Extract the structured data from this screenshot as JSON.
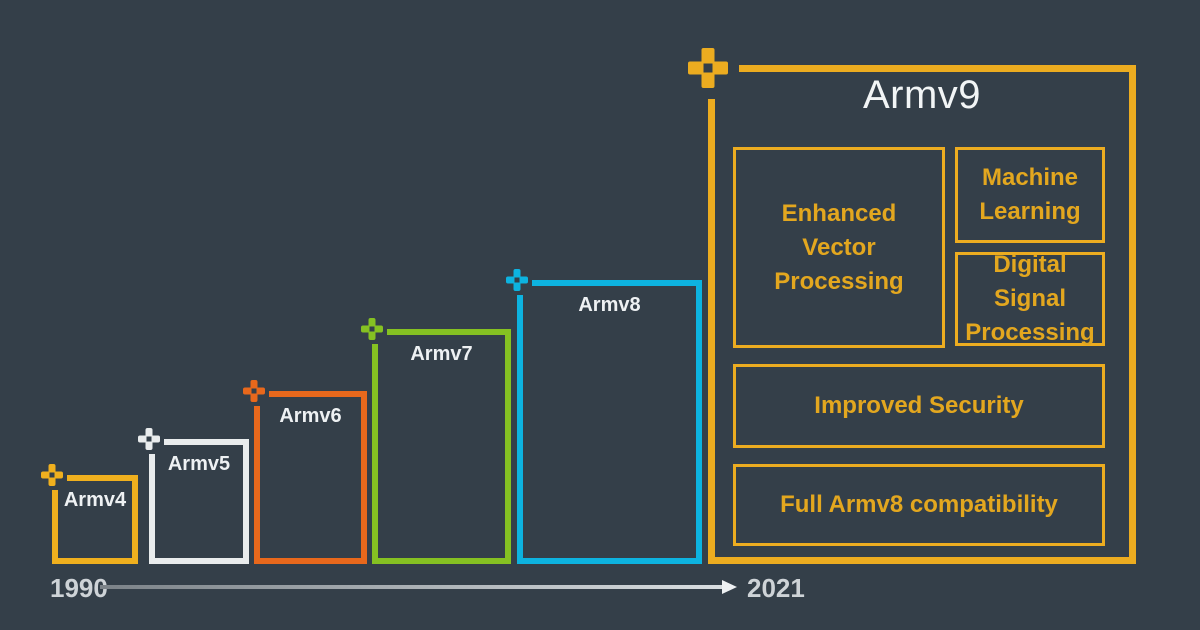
{
  "diagram_title": "Arm architecture evolution from Armv4 to Armv9",
  "timeline": {
    "start_year": "1990",
    "end_year": "2021"
  },
  "versions": [
    {
      "name": "Armv4",
      "color": "#f0b01e"
    },
    {
      "name": "Armv5",
      "color": "#e9eced"
    },
    {
      "name": "Armv6",
      "color": "#e8681c"
    },
    {
      "name": "Armv7",
      "color": "#85c122"
    },
    {
      "name": "Armv8",
      "color": "#0db3e0"
    }
  ],
  "armv9": {
    "name": "Armv9",
    "border_color": "#ecac20",
    "text_color": "#e3a71f",
    "features": [
      {
        "label": "Enhanced\nVector\nProcessing"
      },
      {
        "label": "Machine\nLearning"
      },
      {
        "label": "Digital\nSignal\nProcessing"
      },
      {
        "label": "Improved Security"
      },
      {
        "label": "Full Armv8 compatibility"
      }
    ]
  },
  "colors": {
    "background": "#343f49",
    "bar_label_text": "#eef1f3",
    "timeline_text": "#ced3d7",
    "timeline_arrow": "#eef1f3"
  }
}
